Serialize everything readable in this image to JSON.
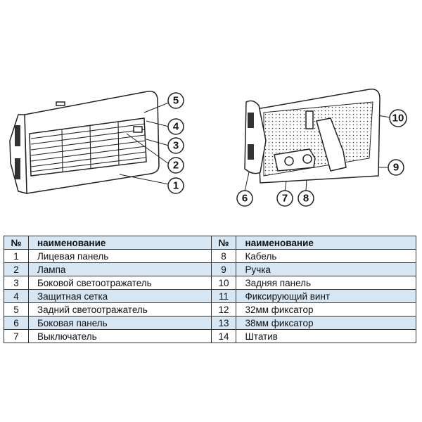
{
  "callouts": {
    "c1": "1",
    "c2": "2",
    "c3": "3",
    "c4": "4",
    "c5": "5",
    "c6": "6",
    "c7": "7",
    "c8": "8",
    "c9": "9",
    "c10": "10"
  },
  "table": {
    "headers": [
      "№",
      "наименование",
      "№",
      "наименование"
    ],
    "rows": [
      {
        "n1": "1",
        "name1": "Лицевая панель",
        "n2": "8",
        "name2": "Кабель"
      },
      {
        "n1": "2",
        "name1": "Лампа",
        "n2": "9",
        "name2": "Ручка"
      },
      {
        "n1": "3",
        "name1": "Боковой светоотражатель",
        "n2": "10",
        "name2": "Задняя панель"
      },
      {
        "n1": "4",
        "name1": "Защитная сетка",
        "n2": "11",
        "name2": "Фиксирующий винт"
      },
      {
        "n1": "5",
        "name1": "Задний светоотражатель",
        "n2": "12",
        "name2": "32мм фиксатор"
      },
      {
        "n1": "6",
        "name1": "Боковая панель",
        "n2": "13",
        "name2": "38мм фиксатор"
      },
      {
        "n1": "7",
        "name1": "Выключатель",
        "n2": "14",
        "name2": "Штатив"
      }
    ]
  }
}
